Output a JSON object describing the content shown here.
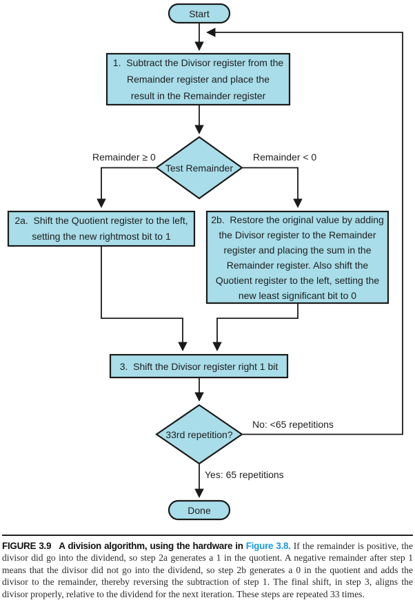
{
  "flowchart": {
    "start_label": "Start",
    "step1": {
      "lines": [
        "1.  Subtract the Divisor register from the",
        "Remainder register and place the",
        "result in the Remainder register"
      ]
    },
    "decision1": {
      "label": "Test Remainder",
      "branch_left": "Remainder ≥ 0",
      "branch_right": "Remainder < 0"
    },
    "step2a": {
      "lines": [
        "2a.  Shift the Quotient register to the left,",
        "setting the new rightmost bit to 1"
      ]
    },
    "step2b": {
      "lines": [
        "2b.  Restore the original value by adding",
        "the Divisor register to the Remainder",
        "register and placing the sum in the",
        "Remainder register. Also shift the",
        "Quotient register to the left, setting the",
        "new least significant bit to 0"
      ]
    },
    "step3": {
      "lines": [
        "3.  Shift the Divisor register right 1 bit"
      ]
    },
    "decision2": {
      "label": "33rd repetition?",
      "branch_no": "No: <65 repetitions",
      "branch_yes": "Yes: 65 repetitions"
    },
    "done_label": "Done"
  },
  "caption": {
    "figure_label": "FIGURE 3.9",
    "title": "A division algorithm, using the hardware in",
    "link": "Figure 3.8.",
    "body": "If the remainder is positive, the divisor did go into the dividend, so step 2a generates a 1 in the quotient. A negative remainder after step 1 means that the divisor did not go into the dividend, so step 2b generates a 0 in the quotient and adds the divisor to the remainder, thereby reversing the subtraction of step 1. The final shift, in step 3, aligns the divisor properly, relative to the dividend for the next iteration. These steps are repeated 33 times."
  },
  "colors": {
    "node-fill": "#a8dde9",
    "node-stroke": "#1a1a1a",
    "link-blue": "#1b9ad6",
    "text": "#1d1d1d"
  }
}
